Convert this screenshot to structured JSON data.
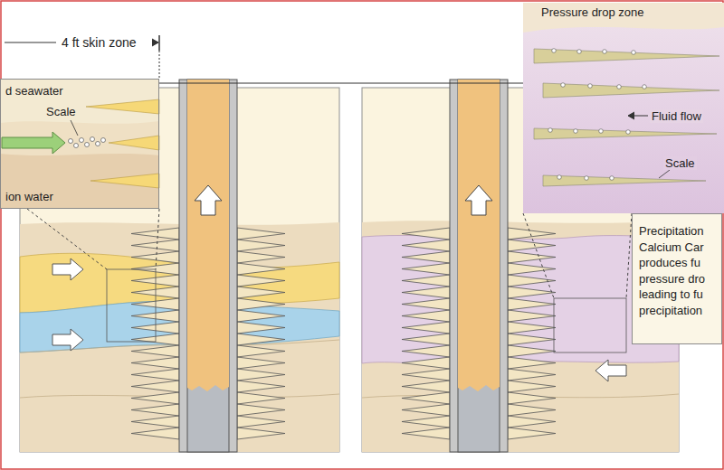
{
  "diagram": {
    "nodes": [
      {
        "text": [
          "d seawater",
          "Scale",
          "ion water"
        ]
      },
      {
        "text": [
          "Pressure drop zone",
          "Fluid flow",
          "Scale"
        ]
      },
      {
        "text": [
          "Precipitation Calcium Car produces fu pressure dro leading to fu precipitation"
        ]
      }
    ],
    "labels": [
      "4 ft skin zone"
    ]
  }
}
